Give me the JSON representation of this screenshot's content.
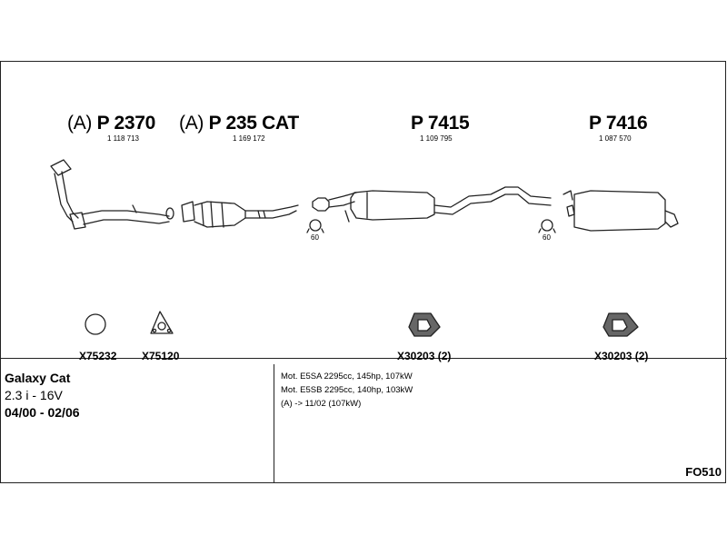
{
  "parts": [
    {
      "prefix": "(A)",
      "code": "P 2370",
      "number": "1 118 713"
    },
    {
      "prefix": "(A)",
      "code": "P 235 CAT",
      "number": "1 169 172"
    },
    {
      "prefix": "",
      "code": "P 7415",
      "number": "1 109 795"
    },
    {
      "prefix": "",
      "code": "P 7416",
      "number": "1 087 570"
    }
  ],
  "clamp_labels": [
    "60",
    "60"
  ],
  "accessories": [
    {
      "label": "X75232"
    },
    {
      "label": "X75120"
    },
    {
      "label": "X30203 (2)"
    },
    {
      "label": "X30203 (2)"
    }
  ],
  "vehicle": {
    "model": "Galaxy Cat",
    "engine": "2.3 i - 16V",
    "years": "04/00 - 02/06"
  },
  "notes": [
    "Mot. E5SA 2295cc, 145hp, 107kW",
    "Mot. E5SB 2295cc, 140hp, 103kW",
    "(A) -> 11/02 (107kW)"
  ],
  "diagram_code": "FO510"
}
